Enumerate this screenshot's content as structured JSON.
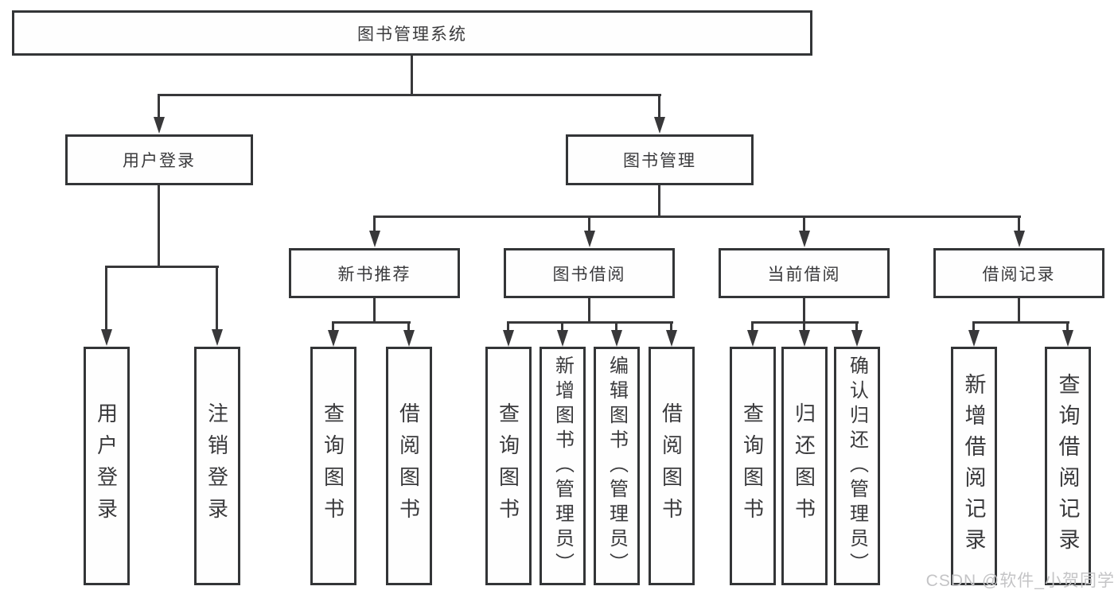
{
  "diagram": {
    "root": "图书管理系统",
    "branches": {
      "user_login": "用户登录",
      "book_management": "图书管理",
      "new_book_recommend": "新书推荐",
      "book_borrow": "图书借阅",
      "current_borrow": "当前借阅",
      "borrow_records": "借阅记录"
    },
    "leaves": {
      "user_login": "用户登录",
      "logout": "注销登录",
      "nb_query_books": "查询图书",
      "nb_borrow_books": "借阅图书",
      "bb_query_books": "查询图书",
      "bb_add_books": "新增图书（管理员）",
      "bb_edit_books": "编辑图书（管理员）",
      "bb_borrow_books": "借阅图书",
      "cb_query_books": "查询图书",
      "cb_return_books": "归还图书",
      "cb_confirm_return": "确认归还（管理员）",
      "br_add_record": "新增借阅记录",
      "br_query_record": "查询借阅记录"
    },
    "watermark": "CSDN @软件_小贺同学",
    "colors": {
      "line": "#38383a",
      "border": "#333537",
      "text": "#3a3a3c",
      "watermark": "#c4c4c6",
      "background": "#ffffff"
    }
  }
}
